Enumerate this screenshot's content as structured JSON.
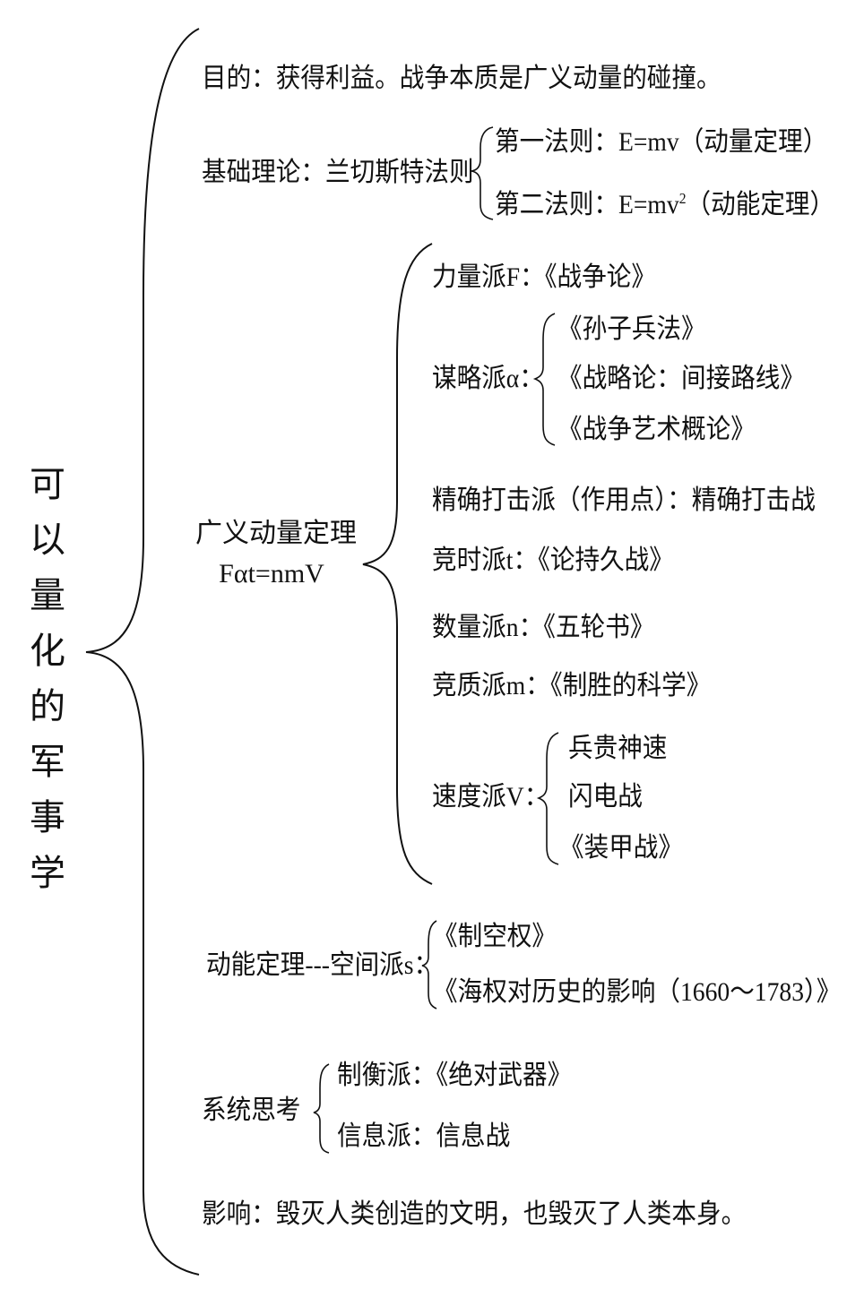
{
  "root": {
    "title": "可以量化的军事学",
    "chars": [
      "可",
      "以",
      "量",
      "化",
      "的",
      "军",
      "事",
      "学"
    ]
  },
  "purpose": "目的：获得利益。战争本质是广义动量的碰撞。",
  "basic_theory": {
    "label": "基础理论：兰切斯特法则",
    "laws": [
      {
        "prefix": "第一法则：E=mv",
        "sup": "",
        "suffix": "（动量定理）"
      },
      {
        "prefix": "第二法则：E=mv",
        "sup": "2",
        "suffix": "（动能定理）"
      }
    ]
  },
  "momentum_theorem": {
    "label_line1": "广义动量定理",
    "label_line2": "Fαt=nmV",
    "schools": {
      "force": "力量派F：《战争论》",
      "strategy": {
        "label": "谋略派α：",
        "items": [
          "《孙子兵法》",
          "《战略论：间接路线》",
          "《战争艺术概论》"
        ]
      },
      "precision": "精确打击派（作用点）：精确打击战",
      "time": "竞时派t：《论持久战》",
      "quantity": "数量派n：《五轮书》",
      "quality": "竞质派m：《制胜的科学》",
      "speed": {
        "label": "速度派V：",
        "items": [
          "兵贵神速",
          "闪电战",
          "《装甲战》"
        ]
      }
    }
  },
  "kinetic_theorem": {
    "label": "动能定理---空间派s：",
    "items": [
      "《制空权》",
      "《海权对历史的影响（1660～1783）》"
    ]
  },
  "system_thinking": {
    "label": "系统思考",
    "items": [
      "制衡派：《绝对武器》",
      "信息派：信息战"
    ]
  },
  "impact": "影响：毁灭人类创造的文明，也毁灭了人类本身。"
}
